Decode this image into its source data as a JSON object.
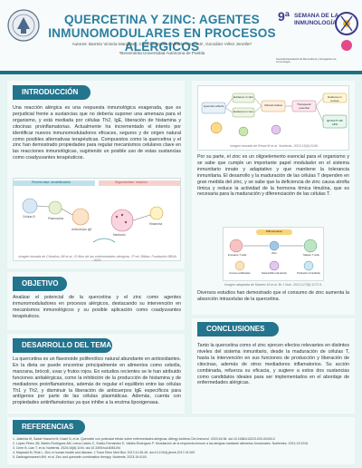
{
  "header": {
    "title": "QUERCETINA Y ZINC: AGENTES INMUNOMODULARES EN PROCESOS ALÉRGICOS",
    "authors": "Autores: Barreto Victoria Maryjose¹, Castro González Alfredo Amanará¹, González Vélez Jennifer¹",
    "affiliation": "¹Benemérita Universidad Autónoma de Puebla",
    "event_number": "9ª",
    "event_title_1": "SEMANA DE LA",
    "event_title_2": "INMUNOLOGÍA",
    "event_sub": "Sociedad Estudiantil de Biomedicina y Divulgación de Inmunología"
  },
  "intro": {
    "heading": "INTRODUCCIÓN",
    "body": "Una reacción alérgica es una respuesta inmunológica exagerada, que es perjudicial frente a sustancias que no debería suponer una amenaza para el organismo, y está mediada por células Th2, IgE, liberación de histamina y citocinas proinflamatorias. Actualmente ha incrementado el interés por identificar nuevos inmunomoduladores eficaces, seguros y de origen natural como posibles alternativas terapéuticas. Compuestos como la quercetina y el zinc han demostrado propiedades para regular mecanismos celulares clave en las reacciones inmunológicas, sugiriendo un posible uso de estas sustancias como coadyuvantes terapéuticos.",
    "fig_caption": "Imagen tomada de Cebaños JM et al., El libro de las enfermedades alérgicas. 2ª ed. Bilbao: Fundación BBVA; 2021.",
    "fig_labels": [
      "Primera fase: sensibilización",
      "Segunda fase: reacción",
      "Células B",
      "Plasmocitos",
      "Anticuerpos IgE",
      "Mastocito",
      "Histamina"
    ]
  },
  "objetivo": {
    "heading": "OBJETIVO",
    "body": "Analizar el potencial de la quercetina y el zinc como agentes inmunomoduladores en procesos alérgicos, destacando su intervención en mecanismos inmunológicos y su posible aplicación como coadyuvantes terapéuticos."
  },
  "desarrollo": {
    "heading": "DESARROLLO DEL TEMA",
    "body": "La quercetina es un flavonoide polifenólico natural abundante en antioxidantes. En la dieta se puede encontrar principalmente en alimentos como cebolla, manzana, brócoli, uvas y frutos rojos. En estudios recientes se le han atribuido funciones antialérgicas, como la inhibición de la producción de histamina y de mediadores proinflamatorios, además de regular el equilibrio entre las células Th1 y Th2, y disminuir la liberación de anticuerpos IgE específicos para antígenos por parte de las células plasmáticas. Además, cuenta con propiedades antinflamatorias ya que inhibe a la enzima lipoxigenasa."
  },
  "right": {
    "fig1_caption": "Imagen tomada de Rezai M et al. Nutrients. 2023;15(9):2166.",
    "fig1_labels": [
      "Quercetin effects",
      "Evidence in vitro",
      "Evidence in vivo",
      "Clinical studies",
      "Therapeutic potential",
      "Evidence in human",
      "QUALITY OF LIFE"
    ],
    "body1": "Por su parte, el zinc es un oligoelemento esencial para el organismo y se sabe que cumple un importante papel modulador en el sistema inmunitario innato y adaptativo y que mantiene la tolerancia inmunitaria. El desarrollo y la maduración de las células T dependen en gran medida del zinc, y se sabe que la deficiencia de zinc causa atrofia tímica y reduce la actividad de la hormona tímica timulina, que es necesaria para la maduración y diferenciación de las células T.",
    "fig2_caption": "Imagen adaptada de Maares M et al. Br J Nutr. 2022;127(8):1172-9.",
    "fig2_labels": [
      "Differentiation",
      "Immature T cells",
      "Zinc",
      "Mature T cells",
      "Immune proliferation",
      "Natural killer cell activity",
      "Production of antibody"
    ],
    "body2": "Diversos estudios han demostrado que el consumo de zinc aumenta la absorción intracelular de la quercetina."
  },
  "conclusiones": {
    "heading": "CONCLUSIONES",
    "body": "Tanto la quercetina como el zinc ejercen efectos relevantes en distintos niveles del sistema inmunitario, desde la maduración de células T, hasta la intervención en sus funciones de producción y liberación de citocinas, además de otros mediadores inflamatorios. Su acción combinada, refuerza su eficacia, y sugiere a estos dos sustancias como candidatos ideales para ser implementados en el abordaje de enfermedades alérgicas."
  },
  "referencias": {
    "heading": "REFERENCIAS",
    "items": [
      "1. Jafarinia M, Sadat Hosseini M, Kasiri N, et al. Quercetin con potencial efecto sobre enfermedades alérgicas. Allergy Asthma Clin Immunol. 2020;16:36. doi:10.1186/s13223-020-00434-0",
      "2. López-Pérez JM, Martín-Rodríguez AM, Lema-Castro C, Sotelo-Fernández E, Valdés-Rodríguez P. Modulación de la respuesta inmune a las alergias mediante alimentos funcionales. Nutrientes. 2021;13:2216.",
      "3. Chen B, Lian T, et al. Nutrients. 2024;16(8):1194. doi:10.3390/nu16081194",
      "4. Maywald M, Rink L. Zinc in human health and disease. J Trace Elem Med Biol. 2017;41:36-45. doi:10.1016/j.jtemb.2017.02.009",
      "5. Dabbaghmanesh MH, et al. Zinc and quercetin combination therapy. Nutrients. 2023;15:4100."
    ]
  }
}
